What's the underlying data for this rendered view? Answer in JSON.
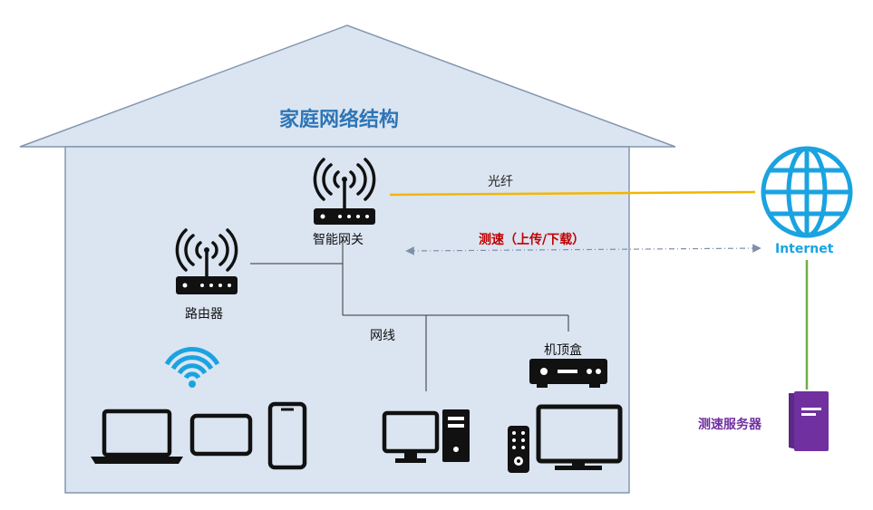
{
  "title": "家庭网络结构",
  "labels": {
    "fiber": "光纤",
    "speedtest": "测速（上传/下载）",
    "gateway": "智能网关",
    "router": "路由器",
    "cable": "网线",
    "settop": "机顶盒",
    "internet": "Internet",
    "server": "测速服务器"
  },
  "icons": {
    "gateway": "wifi-gateway-icon",
    "router": "wifi-router-icon",
    "wifi": "wifi-signal-icon",
    "laptop": "laptop-icon",
    "tablet": "tablet-icon",
    "phone": "phone-icon",
    "desktop": "desktop-computer-icon",
    "settop": "set-top-box-icon",
    "tv": "tv-icon",
    "remote": "remote-control-icon",
    "globe": "globe-icon",
    "server": "server-icon"
  },
  "colors": {
    "house_fill": "#dbe5f1",
    "house_stroke": "#8496b0",
    "title": "#2e75b6",
    "fiber_line": "#f2b600",
    "speed_text": "#c00000",
    "speed_line": "#7f8fa6",
    "internet": "#1aa3e0",
    "server": "#7030a0",
    "server_line": "#70ad47",
    "icon": "#111111"
  }
}
